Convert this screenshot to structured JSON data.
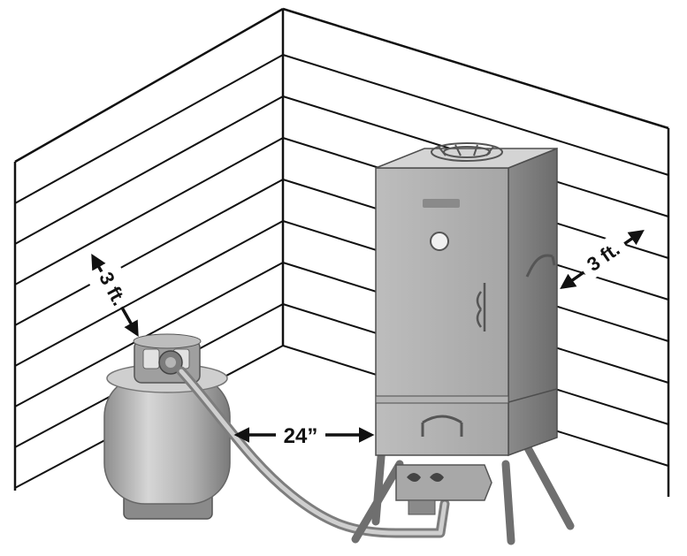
{
  "labels": {
    "tank_clearance": "3 ft.",
    "smoker_clearance": "3 ft.",
    "hose_distance": "24”"
  },
  "colors": {
    "wall_line": "#111111",
    "metal_light": "#c9c9c9",
    "metal_mid": "#9b9b9b",
    "metal_dark": "#6e6e6e",
    "arrow": "#111111"
  }
}
